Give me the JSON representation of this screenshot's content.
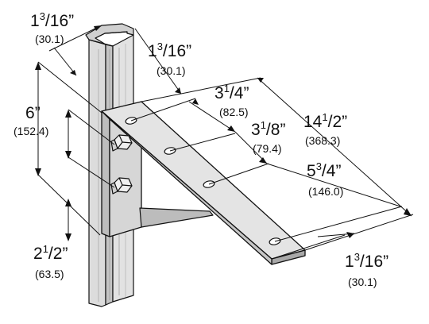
{
  "colors": {
    "line": "#111111",
    "metal_light": "#dddddd",
    "metal_mid": "#c9c9c9",
    "metal_dark": "#a9a9a9",
    "hardware": "#eeeeee"
  },
  "dimensions": [
    {
      "id": "channel-width-top",
      "whole": "1",
      "num": "3",
      "den": "16",
      "metric": "(30.1)"
    },
    {
      "id": "channel-width-right",
      "whole": "1",
      "num": "3",
      "den": "16",
      "metric": "(30.1)"
    },
    {
      "id": "first-hole-spacing",
      "whole": "3",
      "num": "1",
      "den": "4",
      "metric": "(82.5)"
    },
    {
      "id": "second-hole-spacing",
      "whole": "3",
      "num": "1",
      "den": "8",
      "metric": "(79.4)"
    },
    {
      "id": "overall-length",
      "whole": "14",
      "num": "1",
      "den": "2",
      "metric": "(368.3)"
    },
    {
      "id": "third-hole-spacing",
      "whole": "5",
      "num": "3",
      "den": "4",
      "metric": "(146.0)"
    },
    {
      "id": "arm-end-width",
      "whole": "1",
      "num": "3",
      "den": "16",
      "metric": "(30.1)"
    },
    {
      "id": "bracket-height",
      "whole": "6",
      "num": "",
      "den": "",
      "metric": "(152.4)"
    },
    {
      "id": "bolt-spacing",
      "whole": "2",
      "num": "1",
      "den": "2",
      "metric": "(63.5)"
    }
  ]
}
